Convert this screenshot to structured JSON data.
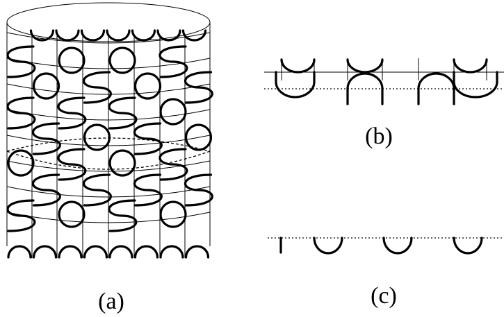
{
  "panels": {
    "a": {
      "label": "(a)"
    },
    "b": {
      "label": "(b)"
    },
    "c": {
      "label": "(c)"
    }
  },
  "colors": {
    "ink": "#000000",
    "background": "#ffffff"
  }
}
